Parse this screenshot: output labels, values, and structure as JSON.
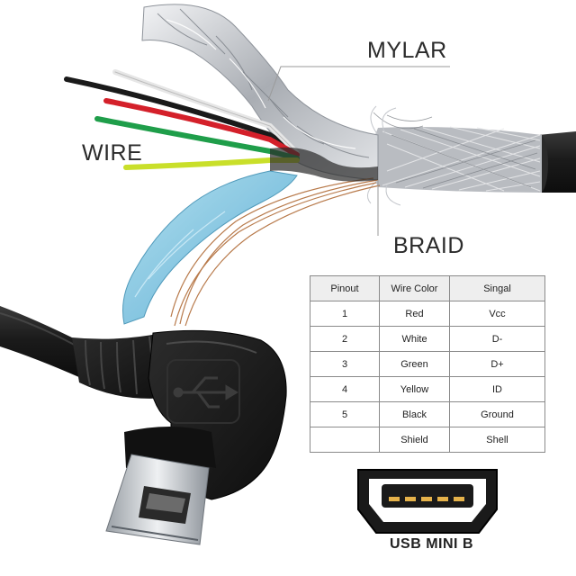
{
  "labels": {
    "mylar": "MYLAR",
    "wire": "WIRE",
    "braid": "BRAID"
  },
  "table": {
    "headers": [
      "Pinout",
      "Wire Color",
      "Singal"
    ],
    "rows": [
      [
        "1",
        "Red",
        "Vcc"
      ],
      [
        "2",
        "White",
        "D-"
      ],
      [
        "3",
        "Green",
        "D+"
      ],
      [
        "4",
        "Yellow",
        "ID"
      ],
      [
        "5",
        "Black",
        "Ground"
      ],
      [
        "",
        "Shield",
        "Shell"
      ]
    ]
  },
  "connector": {
    "caption": "USB MINI B"
  },
  "wires": [
    {
      "color": "Red",
      "hex": "#d4202a"
    },
    {
      "color": "White",
      "hex": "#e6e6e6"
    },
    {
      "color": "Green",
      "hex": "#1f9e4a"
    },
    {
      "color": "Yellow",
      "hex": "#c9df2a"
    },
    {
      "color": "Black",
      "hex": "#1a1a1a"
    }
  ],
  "colors": {
    "cable": "#1b1b1b",
    "foil": "#c9cdd3",
    "braid": "#b9bcc1",
    "copper": "#b87a4b",
    "blue_film": "#7cc3df",
    "leader_line": "#9a9a9a"
  }
}
